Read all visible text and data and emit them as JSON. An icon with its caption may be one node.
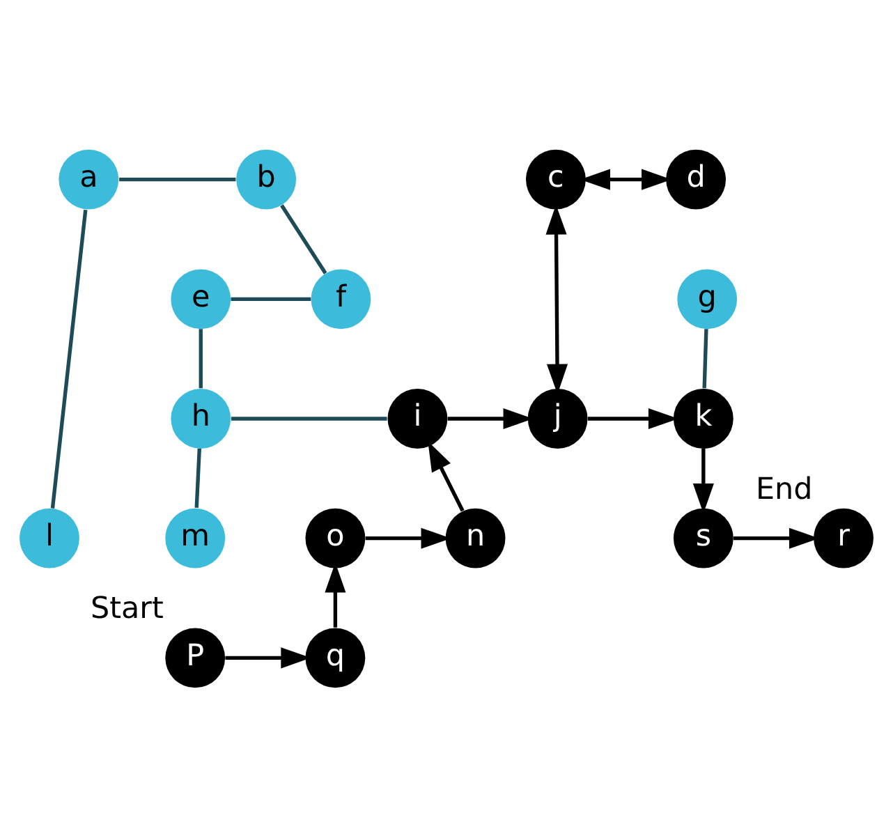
{
  "diagram": {
    "nodes": [
      {
        "text": [
          "a"
        ]
      },
      {
        "text": [
          "b"
        ]
      },
      {
        "text": [
          "c"
        ]
      },
      {
        "text": [
          "d"
        ]
      },
      {
        "text": [
          "e"
        ]
      },
      {
        "text": [
          "f"
        ]
      },
      {
        "text": [
          "g"
        ]
      },
      {
        "text": [
          "h"
        ]
      },
      {
        "text": [
          "i"
        ]
      },
      {
        "text": [
          "j"
        ]
      },
      {
        "text": [
          "k"
        ]
      },
      {
        "text": [
          "l"
        ]
      },
      {
        "text": [
          "m"
        ]
      },
      {
        "text": [
          "n"
        ]
      },
      {
        "text": [
          "o"
        ]
      },
      {
        "text": [
          "P"
        ],
        "beside": [
          "Start"
        ]
      },
      {
        "text": [
          "q"
        ]
      },
      {
        "text": [
          "r"
        ],
        "beside": [
          "End"
        ]
      },
      {
        "text": [
          "s"
        ]
      }
    ],
    "edges": [
      {
        "from": 0,
        "to": 1,
        "arrow": "none",
        "color": "#1d4b57"
      },
      {
        "from": 0,
        "to": 11,
        "arrow": "none",
        "color": "#1d4b57"
      },
      {
        "from": 1,
        "to": 5,
        "arrow": "none",
        "color": "#1d4b57"
      },
      {
        "from": 4,
        "to": 5,
        "arrow": "none",
        "color": "#1d4b57"
      },
      {
        "from": 4,
        "to": 7,
        "arrow": "none",
        "color": "#1d4b57"
      },
      {
        "from": 7,
        "to": 12,
        "arrow": "none",
        "color": "#1d4b57"
      },
      {
        "from": 7,
        "to": 8,
        "arrow": "none",
        "color": "#1d4b57"
      },
      {
        "from": 6,
        "to": 10,
        "arrow": "none",
        "color": "#1d4b57"
      },
      {
        "from": 2,
        "to": 3,
        "arrow": "both"
      },
      {
        "from": 2,
        "to": 9,
        "arrow": "both"
      },
      {
        "from": 8,
        "to": 9,
        "arrow": "to"
      },
      {
        "from": 9,
        "to": 10,
        "arrow": "to"
      },
      {
        "from": 10,
        "to": 18,
        "arrow": "to"
      },
      {
        "from": 18,
        "to": 17,
        "arrow": "to"
      },
      {
        "from": 14,
        "to": 13,
        "arrow": "to"
      },
      {
        "from": 13,
        "to": 8,
        "arrow": "to"
      },
      {
        "from": 16,
        "to": 14,
        "arrow": "to"
      },
      {
        "from": 15,
        "to": 16,
        "arrow": "to"
      }
    ]
  }
}
